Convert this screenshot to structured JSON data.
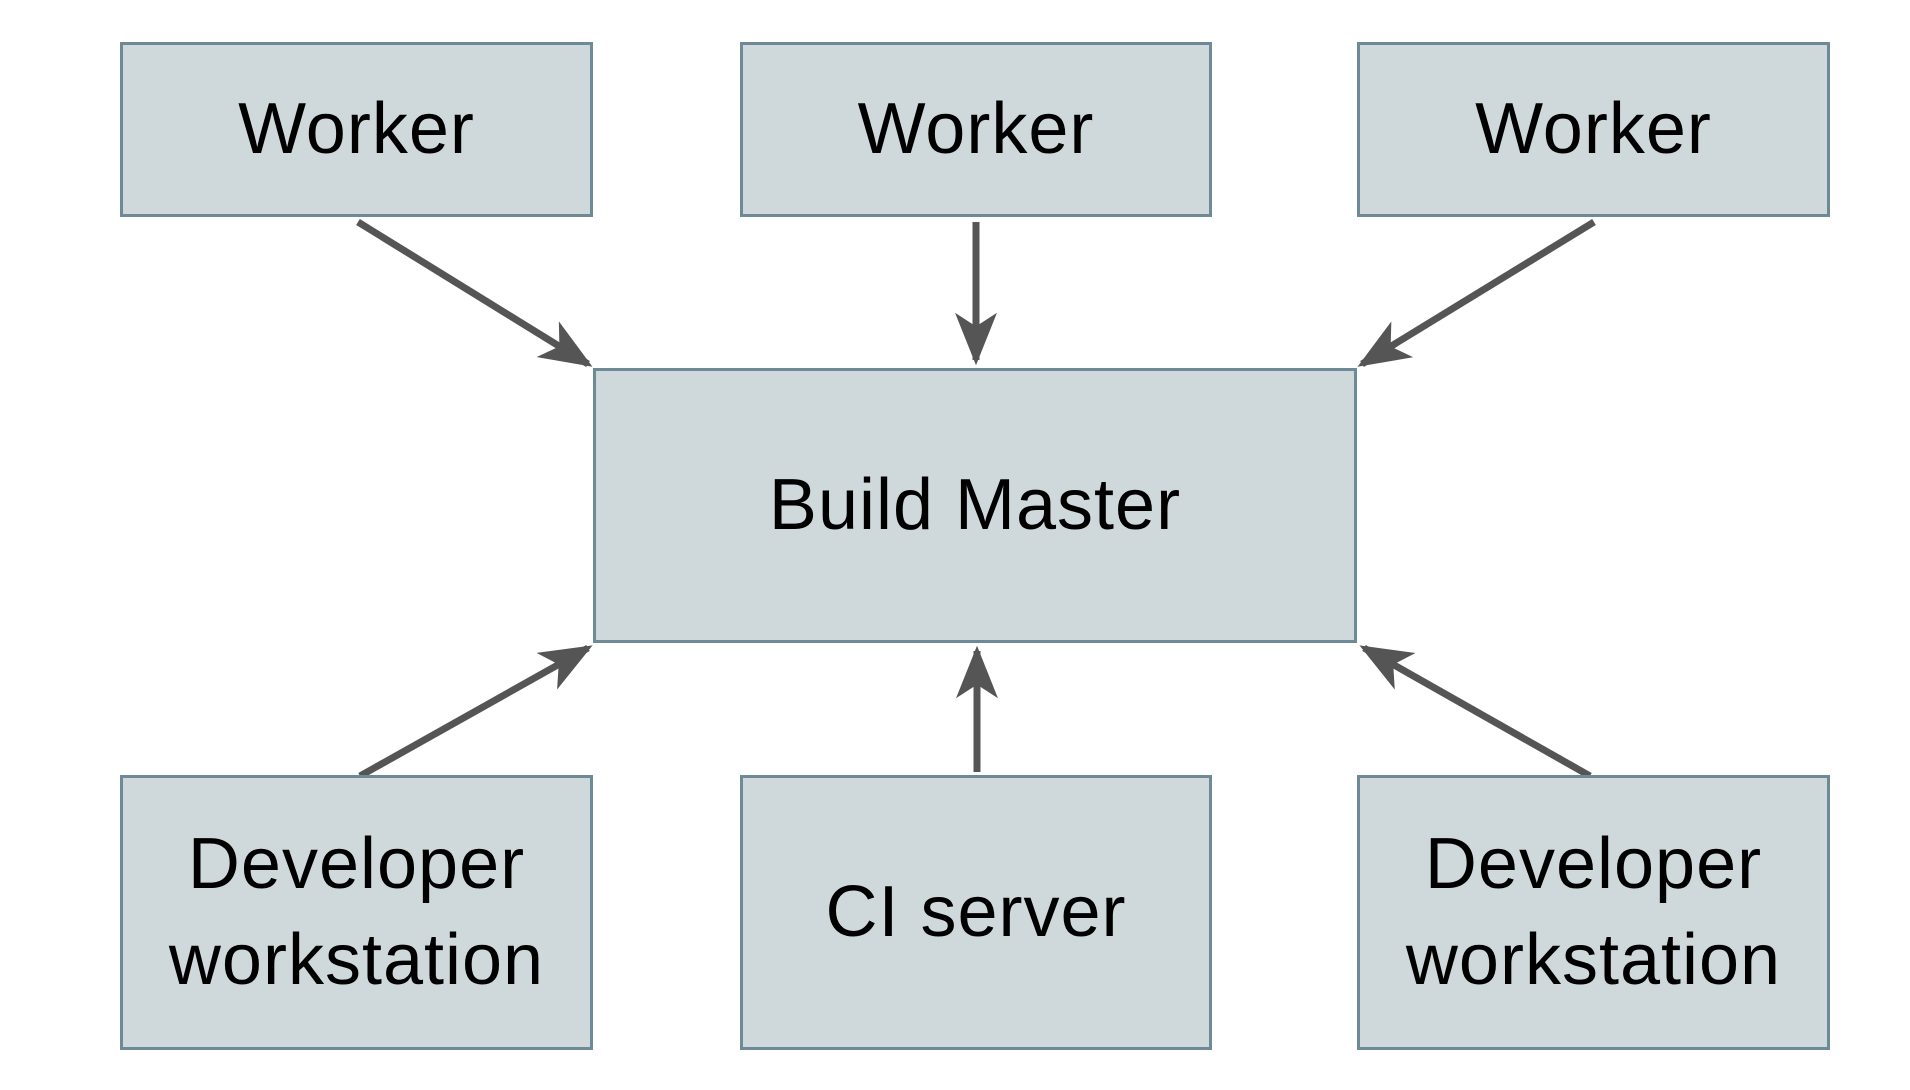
{
  "diagram": {
    "background_color": "#ffffff",
    "node_fill_color": "#cfd9db",
    "node_border_color": "#6d8a96",
    "arrow_color": "#555555",
    "text_color": "#000000",
    "nodes": [
      {
        "id": "worker-1",
        "label": "Worker"
      },
      {
        "id": "worker-2",
        "label": "Worker"
      },
      {
        "id": "worker-3",
        "label": "Worker"
      },
      {
        "id": "build-master",
        "label": "Build Master"
      },
      {
        "id": "developer-workstation-1",
        "label": "Developer workstation"
      },
      {
        "id": "ci-server",
        "label": "CI server"
      },
      {
        "id": "developer-workstation-2",
        "label": "Developer workstation"
      }
    ],
    "edges": [
      {
        "from": "worker-1",
        "to": "build-master"
      },
      {
        "from": "worker-2",
        "to": "build-master"
      },
      {
        "from": "worker-3",
        "to": "build-master"
      },
      {
        "from": "developer-workstation-1",
        "to": "build-master"
      },
      {
        "from": "ci-server",
        "to": "build-master"
      },
      {
        "from": "developer-workstation-2",
        "to": "build-master"
      }
    ]
  }
}
